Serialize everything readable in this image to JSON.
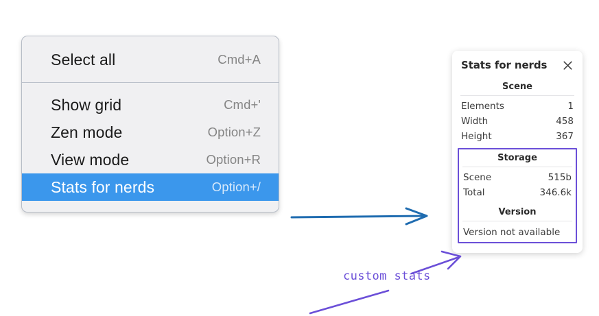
{
  "context_menu": {
    "name": "canvas-context-menu",
    "sections": [
      {
        "items": [
          {
            "label": "Select all",
            "shortcut": "Cmd+A",
            "highlighted": false
          }
        ]
      },
      {
        "items": [
          {
            "label": "Show grid",
            "shortcut": "Cmd+'",
            "highlighted": false
          },
          {
            "label": "Zen mode",
            "shortcut": "Option+Z",
            "highlighted": false
          },
          {
            "label": "View mode",
            "shortcut": "Option+R",
            "highlighted": false
          },
          {
            "label": "Stats for nerds",
            "shortcut": "Option+/",
            "highlighted": true
          }
        ]
      }
    ],
    "highlight_color": "#3b97ec"
  },
  "stats_panel": {
    "title": "Stats for nerds",
    "close_icon": "close-icon",
    "scene": {
      "heading": "Scene",
      "rows": [
        {
          "label": "Elements",
          "value": "1"
        },
        {
          "label": "Width",
          "value": "458"
        },
        {
          "label": "Height",
          "value": "367"
        }
      ]
    },
    "storage": {
      "heading": "Storage",
      "rows": [
        {
          "label": "Scene",
          "value": "515b"
        },
        {
          "label": "Total",
          "value": "346.6k"
        }
      ]
    },
    "version": {
      "heading": "Version",
      "text": "Version not available"
    },
    "highlight_border_color": "#6b4fd8"
  },
  "annotations": {
    "arrow_color_blue": "#1f6cb0",
    "arrow_color_purple": "#6b4fd8",
    "label": "custom stats"
  }
}
